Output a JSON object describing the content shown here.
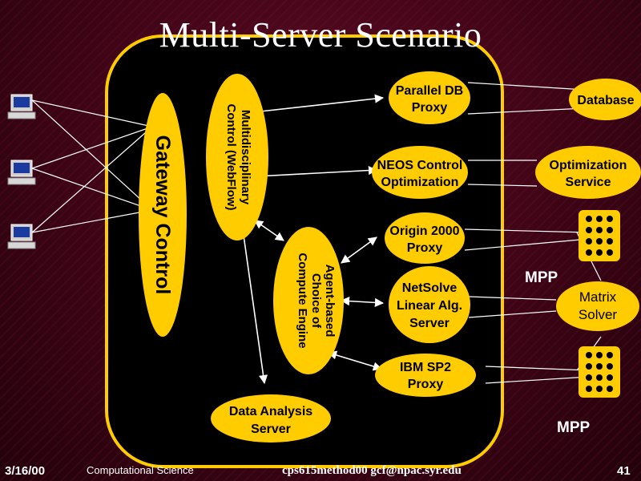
{
  "slide": {
    "title": "Multi-Server Scenario"
  },
  "diagram": {
    "gateway_control": "Gateway Control",
    "multidisciplinary_line1": "Multidisciplinary",
    "multidisciplinary_line2": "Control (WebFlow)",
    "agent_line1": "Agent-based",
    "agent_line2": "Choice of",
    "agent_line3": "Compute Engine",
    "parallel_db_line1": "Parallel DB",
    "parallel_db_line2": "Proxy",
    "neos_line1": "NEOS Control",
    "neos_line2": "Optimization",
    "origin_line1": "Origin 2000",
    "origin_line2": "Proxy",
    "netsolve_line1": "NetSolve",
    "netsolve_line2": "Linear Alg.",
    "netsolve_line3": "Server",
    "ibm_line1": "IBM SP2",
    "ibm_line2": "Proxy",
    "data_analysis_line1": "Data Analysis",
    "data_analysis_line2": "Server",
    "database": "Database",
    "optimization_line1": "Optimization",
    "optimization_line2": "Service",
    "matrix_line1": "Matrix",
    "matrix_line2": "Solver",
    "mpp_upper": "MPP",
    "mpp_lower": "MPP"
  },
  "footer": {
    "date": "3/16/00",
    "department": "Computational Science",
    "course": "cps615method00  gcf@npac.syr.edu",
    "page": "41"
  },
  "colors": {
    "ellipse_fill": "#ffcc00",
    "panel_fill": "#000000",
    "panel_border": "#ffcc00",
    "background": "#3a0512"
  },
  "icons": [
    "computer-icon",
    "mpp-grid-icon"
  ]
}
